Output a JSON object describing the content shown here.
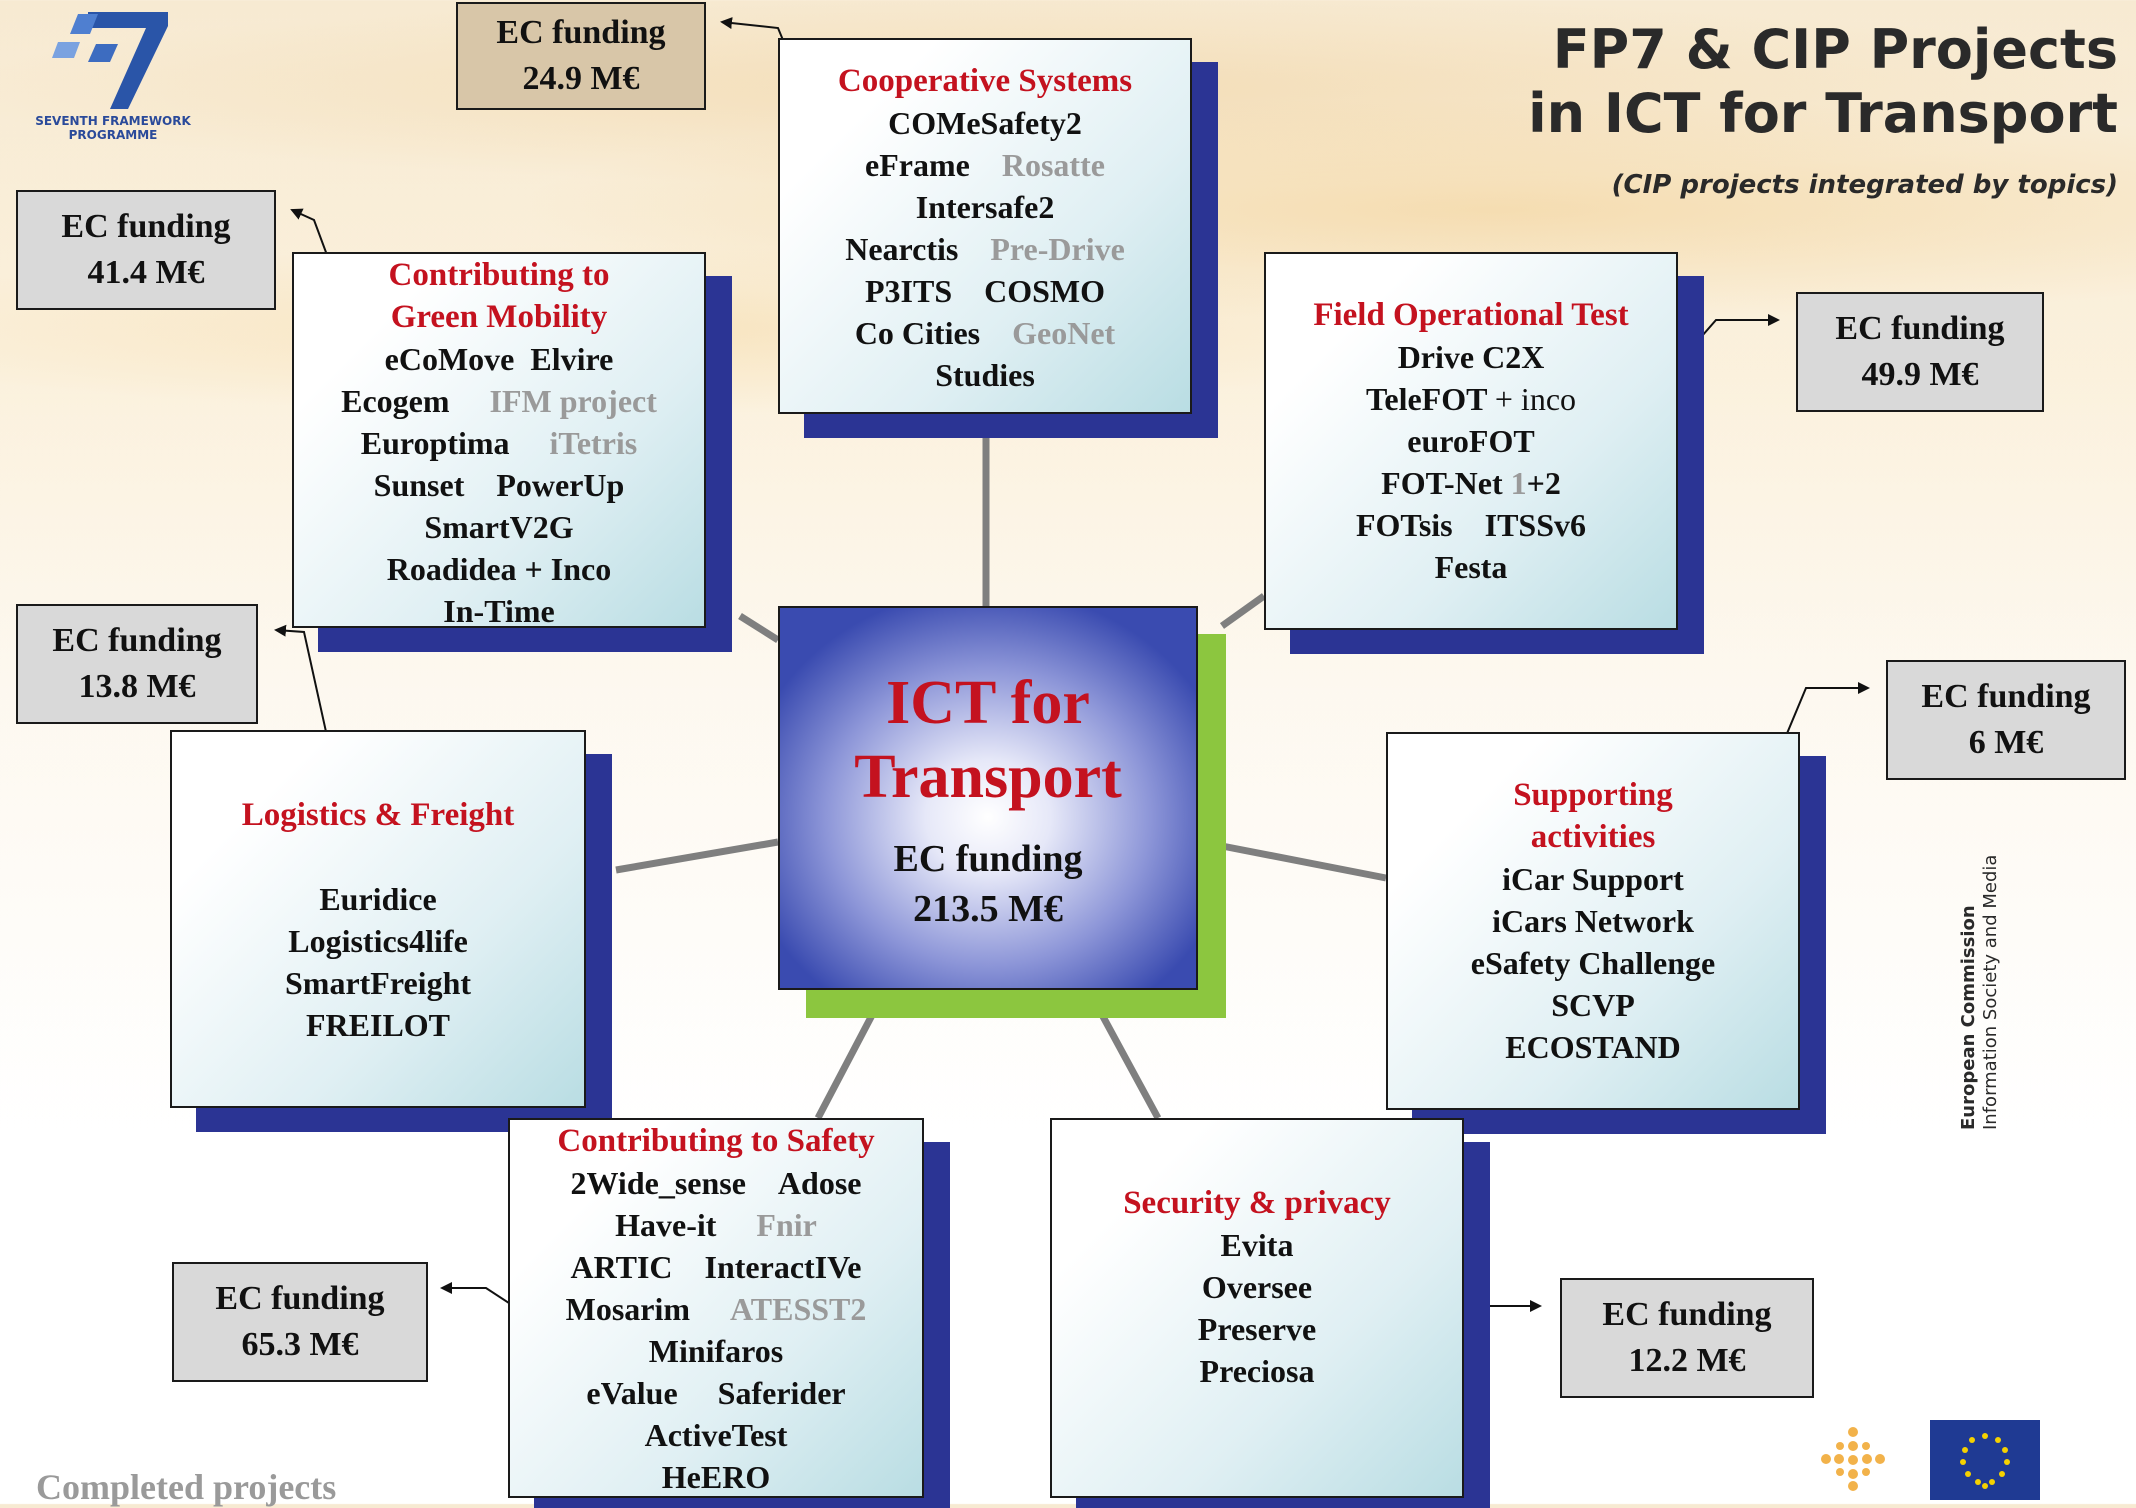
{
  "header": {
    "title_line1": "FP7 & CIP Projects",
    "title_line2": "in ICT for Transport",
    "subtitle": "(CIP projects integrated by topics)"
  },
  "logo": {
    "text_line1": "SEVENTH FRAMEWORK",
    "text_line2": "PROGRAMME"
  },
  "center": {
    "title_line1": "ICT for",
    "title_line2": "Transport",
    "funding_label": "EC funding",
    "funding_value": "213.5 M€"
  },
  "colors": {
    "accent_red": "#c4121f",
    "shadow_blue": "#2b3494",
    "shadow_green": "#8cc63f",
    "completed_grey": "#9a9a9a"
  },
  "boxes": {
    "cooperative": {
      "title": "Cooperative Systems",
      "l1": "COMeSafety2",
      "l2a": "eFrame",
      "l2b": "Rosatte",
      "l3": "Intersafe2",
      "l4a": "Nearctis",
      "l4b": "Pre-Drive",
      "l5a": "P3ITS",
      "l5b": "COSMO",
      "l6a": "Co Cities",
      "l6b": "GeoNet",
      "l7": "Studies",
      "funding_label": "EC funding",
      "funding_value": "24.9 M€"
    },
    "green": {
      "title_line1": "Contributing to",
      "title_line2": "Green Mobility",
      "l1a": "eCoMove",
      "l1b": "Elvire",
      "l2a": "Ecogem",
      "l2b": "IFM project",
      "l3a": "Europtima",
      "l3b": "iTetris",
      "l4a": "Sunset",
      "l4b": "PowerUp",
      "l5": "SmartV2G",
      "l6": "Roadidea + Inco",
      "l7": "In-Time",
      "funding_label": "EC funding",
      "funding_value": "41.4 M€"
    },
    "fot": {
      "title": "Field Operational Test",
      "l1": "Drive C2X",
      "l2a": "TeleFOT",
      "l2b": "+ inco",
      "l3": "euroFOT",
      "l4a": "FOT-Net",
      "l4b": "1",
      "l4c": "+2",
      "l5a": "FOTsis",
      "l5b": "ITSSv6",
      "l6": "Festa",
      "funding_label": "EC funding",
      "funding_value": "49.9 M€"
    },
    "logistics": {
      "title": "Logistics & Freight",
      "l1": "Euridice",
      "l2": "Logistics4life",
      "l3": "SmartFreight",
      "l4": "FREILOT",
      "funding_label": "EC funding",
      "funding_value": "13.8 M€"
    },
    "supporting": {
      "title_line1": "Supporting",
      "title_line2": "activities",
      "l1": "iCar Support",
      "l2": "iCars Network",
      "l3": "eSafety Challenge",
      "l4": "SCVP",
      "l5": "ECOSTAND",
      "funding_label": "EC funding",
      "funding_value": "6 M€"
    },
    "safety": {
      "title": "Contributing to Safety",
      "l1a": "2Wide_sense",
      "l1b": "Adose",
      "l2a": "Have-it",
      "l2b": "Fnir",
      "l3a": "ARTIC",
      "l3b": "InteractIVe",
      "l4a": "Mosarim",
      "l4b": "ATESST2",
      "l5": "Minifaros",
      "l6a": "eValue",
      "l6b": "Saferider",
      "l7": "ActiveTest",
      "l8": "HeERO",
      "funding_label": "EC funding",
      "funding_value": "65.3 M€"
    },
    "security": {
      "title": "Security & privacy",
      "l1": "Evita",
      "l2": "Oversee",
      "l3": "Preserve",
      "l4": "Preciosa",
      "funding_label": "EC funding",
      "funding_value": "12.2 M€"
    }
  },
  "legend": {
    "completed": "Completed projects"
  },
  "footer": {
    "ec_line1": "European Commission",
    "ec_line2": "Information Society and Media"
  }
}
